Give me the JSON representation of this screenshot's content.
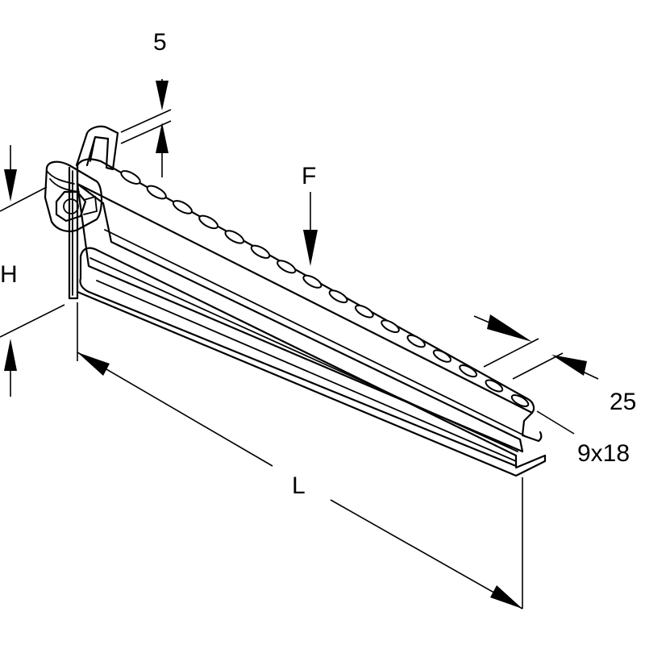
{
  "labels": {
    "thickness": "5",
    "load": "F",
    "height": "H",
    "length": "L",
    "width": "25",
    "slot_size": "9x18"
  },
  "colors": {
    "line": "#000000",
    "background": "#ffffff"
  }
}
